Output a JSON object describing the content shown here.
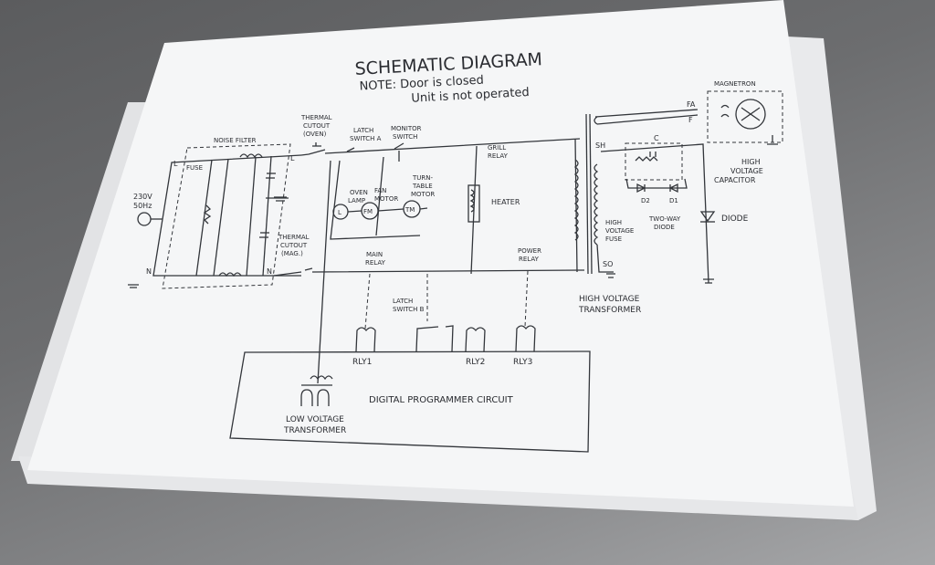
{
  "colors": {
    "paper": "#f4f5f6",
    "ink": "#2a2c31",
    "tabletop": "#6c6d6f"
  },
  "diagram": {
    "title": "SCHEMATIC    DIAGRAM",
    "note_line1": "NOTE:  Door  is  closed",
    "note_line2": "Unit  is  not  operated",
    "labels": {
      "noise_filter": "NOISE FILTER",
      "fuse": "FUSE",
      "thermal_cutout_oven_1": "THERMAL",
      "thermal_cutout_oven_2": "CUTOUT",
      "thermal_cutout_oven_3": "(OVEN)",
      "latch_switch_a_1": "LATCH",
      "latch_switch_a_2": "SWITCH A",
      "monitor_switch_1": "MONITOR",
      "monitor_switch_2": "SWITCH",
      "grill_relay_1": "GRILL",
      "grill_relay_2": "RELAY",
      "heater": "HEATER",
      "oven_lamp_1": "OVEN",
      "oven_lamp_2": "LAMP",
      "fan_motor_1": "FAN",
      "fan_motor_2": "MOTOR",
      "turntable_1": "TURN-",
      "turntable_2": "TABLE",
      "turntable_3": "MOTOR",
      "lamp_symbol": "L",
      "fan_symbol": "FM",
      "tm_symbol": "TM",
      "supply_1": "230V",
      "supply_2": "50Hz",
      "line_L_left": "L",
      "line_L_right": "L",
      "line_N_left": "N",
      "line_N_right": "N",
      "thermal_cutout_mag_1": "THERMAL",
      "thermal_cutout_mag_2": "CUTOUT",
      "thermal_cutout_mag_3": "(MAG.)",
      "main_relay_1": "MAIN",
      "main_relay_2": "RELAY",
      "power_relay_1": "POWER",
      "power_relay_2": "RELAY",
      "latch_switch_b_1": "LATCH",
      "latch_switch_b_2": "SWITCH B",
      "rly1": "RLY1",
      "rly2": "RLY2",
      "rly3": "RLY3",
      "digital_programmer_circuit": "DIGITAL  PROGRAMMER  CIRCUIT",
      "low_voltage_1": "LOW  VOLTAGE",
      "low_voltage_2": "TRANSFORMER",
      "high_voltage_transformer_1": "HIGH  VOLTAGE",
      "high_voltage_transformer_2": "TRANSFORMER",
      "sh": "SH",
      "so": "SO",
      "fa": "FA",
      "f": "F",
      "c": "C",
      "d1": "D1",
      "d2": "D2",
      "magnetron": "MAGNETRON",
      "hv_fuse_1": "HIGH",
      "hv_fuse_2": "VOLTAGE",
      "hv_fuse_3": "FUSE",
      "two_way_1": "TWO-WAY",
      "two_way_2": "DIODE",
      "diode": "DIODE",
      "hv_cap_1": "HIGH",
      "hv_cap_2": "VOLTAGE",
      "hv_cap_3": "CAPACITOR"
    }
  }
}
